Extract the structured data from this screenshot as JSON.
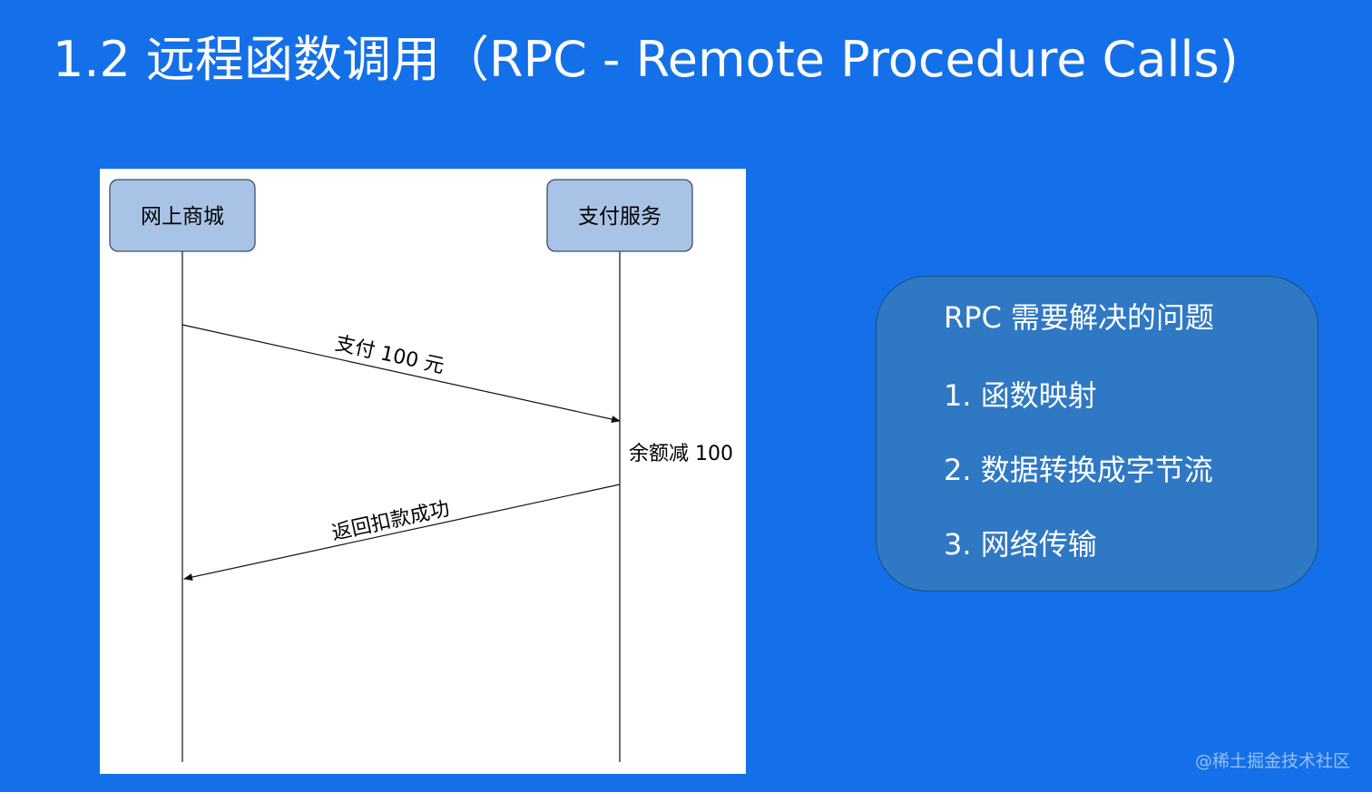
{
  "slide": {
    "title": "1.2 远程函数调用（RPC -  Remote Procedure Calls)"
  },
  "diagram": {
    "participants": [
      {
        "id": "mall",
        "label": "网上商城"
      },
      {
        "id": "payment",
        "label": "支付服务"
      }
    ],
    "messages": [
      {
        "from": "mall",
        "to": "payment",
        "label": "支付 100 元"
      },
      {
        "from": "payment",
        "to": "mall",
        "label": "返回扣款成功"
      }
    ],
    "note": "余额减 100",
    "colors": {
      "participant_fill": "#a9c3e6",
      "participant_stroke": "#3a4f6a",
      "line": "#111111"
    }
  },
  "info_box": {
    "heading": "RPC 需要解决的问题",
    "items": [
      "1. 函数映射",
      "2. 数据转换成字节流",
      "3. 网络传输"
    ]
  },
  "watermark_credit": "@稀土掘金技术社区",
  "colors": {
    "background": "#1470e8",
    "box_fill": "#2f78c4"
  }
}
